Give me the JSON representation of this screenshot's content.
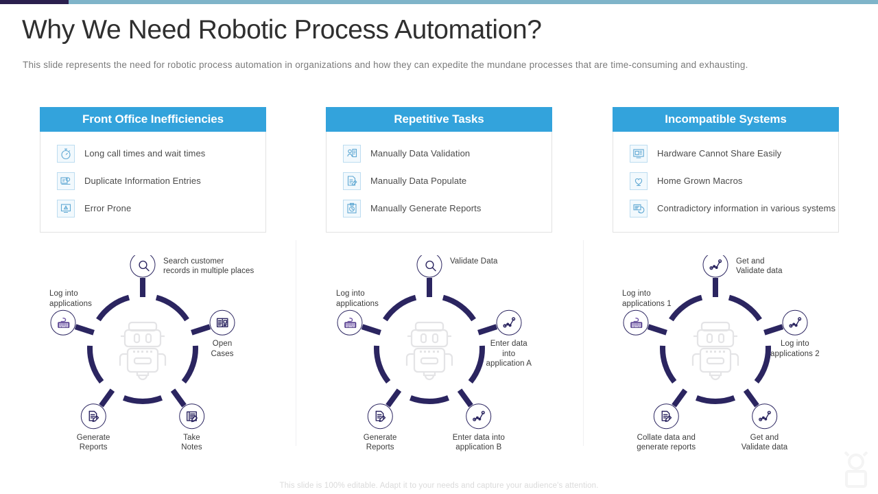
{
  "topbar": {
    "dark_color": "#2b1f4e",
    "light_color": "#7fb4c9"
  },
  "header": {
    "title": "Why We Need Robotic Process Automation?",
    "subtitle": "This slide represents the need for robotic process automation in organizations and how they can expedite the mundane processes that are time-consuming and exhausting."
  },
  "theme": {
    "header_blue": "#33a3dc",
    "ring_navy": "#2b2560",
    "icon_blue": "#5fa8d3",
    "text_gray": "#4a4a4a"
  },
  "cards": [
    {
      "title": "Front Office Inefficiencies",
      "rows": [
        {
          "icon": "stopwatch-icon",
          "label": "Long call times and wait times"
        },
        {
          "icon": "duplicate-documents-icon",
          "label": "Duplicate Information  Entries"
        },
        {
          "icon": "warning-monitor-icon",
          "label": "Error Prone"
        }
      ]
    },
    {
      "title": "Repetitive Tasks",
      "rows": [
        {
          "icon": "data-validation-icon",
          "label": "Manually Data Validation"
        },
        {
          "icon": "document-edit-icon",
          "label": "Manually Data Populate"
        },
        {
          "icon": "clipboard-report-icon",
          "label": "Manually Generate Reports"
        }
      ]
    },
    {
      "title": "Incompatible Systems",
      "rows": [
        {
          "icon": "hardware-share-icon",
          "label": "Hardware  Cannot  Share Easily"
        },
        {
          "icon": "home-macro-icon",
          "label": "Home  Grown  Macros"
        },
        {
          "icon": "contradictory-info-icon",
          "label": "Contradictory  information  in various  systems"
        }
      ]
    }
  ],
  "diagrams": [
    {
      "name": "front-office-process-wheel",
      "center_icon": "robot-watermark",
      "nodes": [
        {
          "pos": "top",
          "icon": "magnifier-icon",
          "label": "Search customer\nrecords in multiple places"
        },
        {
          "pos": "upper-left",
          "icon": "keyboard-mouse-icon",
          "label": "Log into\napplications"
        },
        {
          "pos": "upper-right",
          "icon": "open-book-icon",
          "label": "Open\nCases"
        },
        {
          "pos": "lower-left",
          "icon": "document-edit-icon",
          "label": "Generate\nReports"
        },
        {
          "pos": "lower-right",
          "icon": "notebook-pen-icon",
          "label": "Take\nNotes"
        }
      ]
    },
    {
      "name": "repetitive-tasks-process-wheel",
      "center_icon": "robot-watermark",
      "nodes": [
        {
          "pos": "top",
          "icon": "magnifier-icon",
          "label": "Validate Data"
        },
        {
          "pos": "upper-left",
          "icon": "keyboard-mouse-icon",
          "label": "Log into\napplications"
        },
        {
          "pos": "upper-right",
          "icon": "node-graph-icon",
          "label": "Enter data\ninto\napplication A"
        },
        {
          "pos": "lower-left",
          "icon": "document-edit-icon",
          "label": "Generate\nReports"
        },
        {
          "pos": "lower-right",
          "icon": "node-graph-icon",
          "label": "Enter data into\napplication B"
        }
      ]
    },
    {
      "name": "incompatible-systems-process-wheel",
      "center_icon": "robot-watermark",
      "nodes": [
        {
          "pos": "top",
          "icon": "node-graph-icon",
          "label": "Get and\nValidate data"
        },
        {
          "pos": "upper-left",
          "icon": "keyboard-mouse-icon",
          "label": "Log into\napplications 1"
        },
        {
          "pos": "upper-right",
          "icon": "node-graph-icon",
          "label": "Log into\napplications 2"
        },
        {
          "pos": "lower-left",
          "icon": "document-edit-icon",
          "label": "Collate data and\ngenerate reports"
        },
        {
          "pos": "lower-right",
          "icon": "node-graph-icon",
          "label": "Get and\nValidate data"
        }
      ]
    }
  ],
  "footer": {
    "note": "This slide is 100% editable. Adapt it to your needs and capture your audience's attention."
  }
}
